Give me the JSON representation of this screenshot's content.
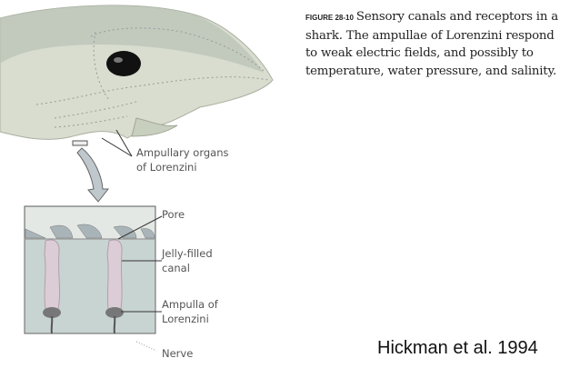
{
  "caption": {
    "figure_label": "FIGURE 28-10",
    "text": "Sensory canals and receptors in a shark. The ampullae of Lorenzini respond to weak electric fields, and possibly to temperature, water pressure, and salinity."
  },
  "labels": {
    "ampullary_organs": "Ampullary organs",
    "of_lorenzini": "of Lorenzini",
    "pore": "Pore",
    "jelly_filled": "Jelly-filled",
    "canal": "canal",
    "ampulla_of": "Ampulla of",
    "lorenzini": "Lorenzini",
    "nerve": "Nerve"
  },
  "credit": "Hickman et al. 1994"
}
